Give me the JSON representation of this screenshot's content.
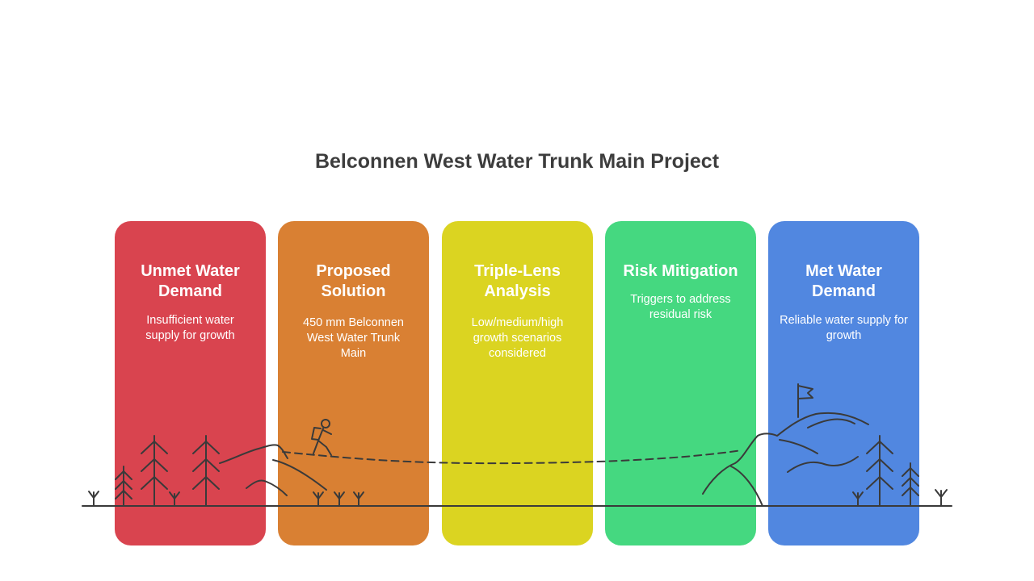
{
  "title": "Belconnen West Water Trunk Main Project",
  "stages": [
    {
      "title": "Unmet Water Demand",
      "description": "Insufficient water supply for growth",
      "color": "#d9444f"
    },
    {
      "title": "Proposed Solution",
      "description": "450 mm Belconnen West Water Trunk Main",
      "color": "#d98033"
    },
    {
      "title": "Triple-Lens Analysis",
      "description": "Low/medium/high growth scenarios considered",
      "color": "#dbd421"
    },
    {
      "title": "Risk Mitigation",
      "description": "Triggers to address residual risk",
      "color": "#45d880"
    },
    {
      "title": "Met Water Demand",
      "description": "Reliable water supply for growth",
      "color": "#5187e0"
    }
  ],
  "line_color": "#3a3a3a"
}
